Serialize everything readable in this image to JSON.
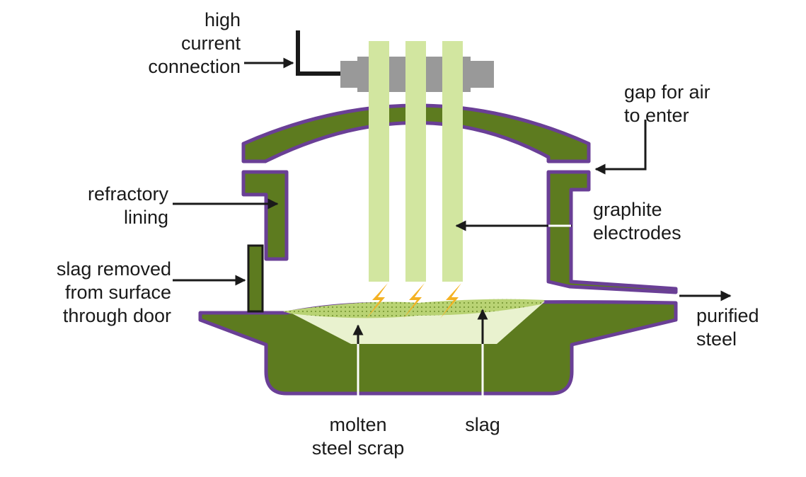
{
  "colors": {
    "furnace_green": "#5d7b1f",
    "outline_purple": "#6a3f96",
    "electrode": "#d2e6a0",
    "clamp_gray": "#999999",
    "molten": "#e9f2cf",
    "slag_layer": "#b9d374",
    "spark": "#f4b223",
    "arrow": "#1a1a1a"
  },
  "labels": {
    "high_current": [
      "high",
      "current",
      "connection"
    ],
    "gap_air": [
      "gap for air",
      "to enter"
    ],
    "refractory": [
      "refractory",
      "lining"
    ],
    "graphite": [
      "graphite",
      "electrodes"
    ],
    "slag_removed": [
      "slag removed",
      "from surface",
      "through door"
    ],
    "purified": [
      "purified",
      "steel"
    ],
    "molten": [
      "molten",
      "steel scrap"
    ],
    "slag": [
      "slag"
    ]
  }
}
